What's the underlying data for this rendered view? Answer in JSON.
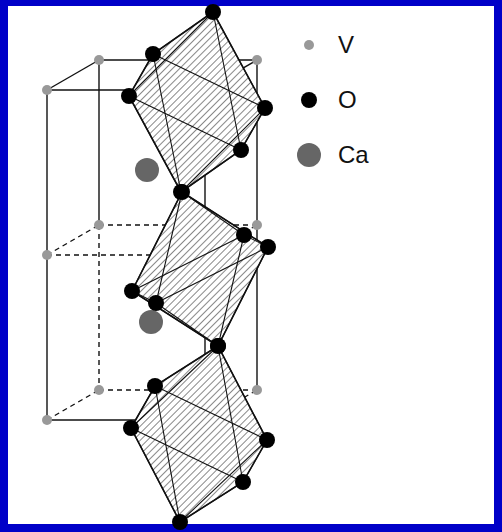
{
  "diagram": {
    "legend": [
      {
        "text": "V",
        "color": "#999999"
      },
      {
        "text": "O",
        "color": "#000000"
      },
      {
        "text": "Ca",
        "color": "#666666"
      }
    ]
  }
}
